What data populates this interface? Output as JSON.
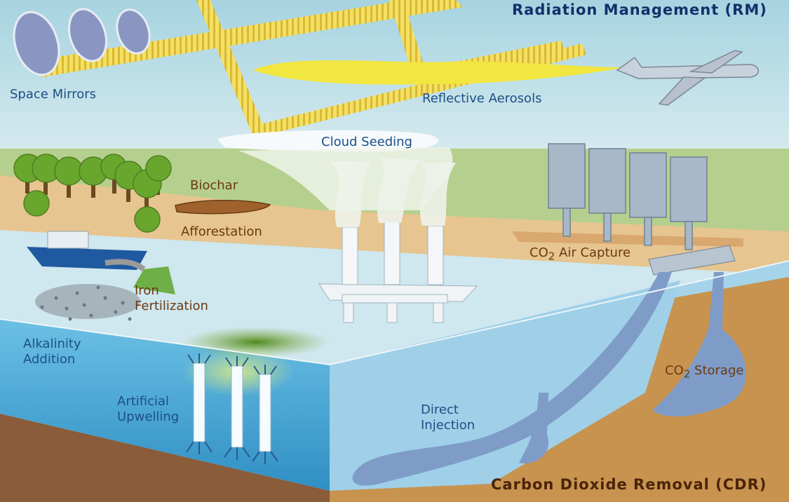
{
  "headings": {
    "rm": "Radiation Management (RM)",
    "cdr": "Carbon Dioxide Removal (CDR)"
  },
  "labels": {
    "space_mirrors": "Space Mirrors",
    "reflective_aerosols": "Reflective Aerosols",
    "cloud_seeding": "Cloud Seeding",
    "biochar": "Biochar",
    "afforestation": "Afforestation",
    "co2_air_capture": {
      "prefix": "CO",
      "sub": "2",
      "suffix": " Air Capture"
    },
    "iron_fertilization": [
      "Iron",
      "Fertilization"
    ],
    "alkalinity_addition": [
      "Alkalinity",
      "Addition"
    ],
    "artificial_upwelling": [
      "Artificial",
      "Upwelling"
    ],
    "direct_injection": [
      "Direct",
      "Injection"
    ],
    "co2_storage": {
      "prefix": "CO",
      "sub": "2",
      "suffix": " Storage"
    }
  },
  "colors": {
    "sky": "#b9dce6",
    "land": "#b5cf8e",
    "sand": "#e6c590",
    "sea": "#cfe7ee",
    "ocean_front": "#4aa7d2",
    "seabed": "#8a5c3a",
    "sediment": "#c8934f",
    "co2_flow": "#7f9cc8",
    "sunbeam": "#f2dd3c",
    "label_blue": "#1d4f86",
    "label_brown": "#6a3a12"
  }
}
